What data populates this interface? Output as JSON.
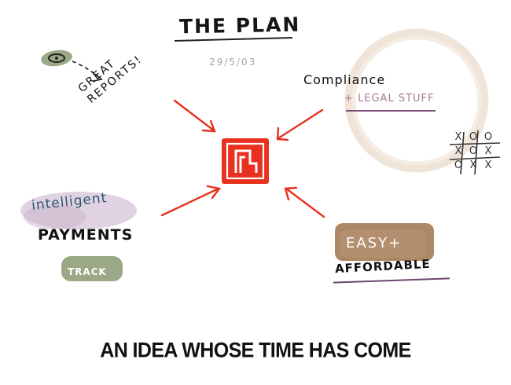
{
  "header": {
    "title": "THE PLAN",
    "date": "29/5/03"
  },
  "notes": {
    "reports": "GREAT\nREPORTS!",
    "compliance": "Compliance",
    "legal": "+ LEGAL STUFF",
    "intelligent": "intelligent",
    "payments": "PAYMENTS",
    "track": "TRACK",
    "easy": "EASY+",
    "affordable": "AFFORDABLE"
  },
  "tictactoe": [
    "X",
    "O",
    "O",
    "X",
    "O",
    "X",
    "O",
    "X",
    "X"
  ],
  "caption": "AN IDEA WHOSE TIME HAS COME",
  "colors": {
    "arrow": "#e8311f",
    "logo": "#e8311f",
    "legal_text": "#a57a93",
    "intelligent_text": "#28586a",
    "coffee_stain": "#ebdcc9"
  },
  "icons": {
    "eye": "eye-icon",
    "logo": "logo-icon"
  }
}
